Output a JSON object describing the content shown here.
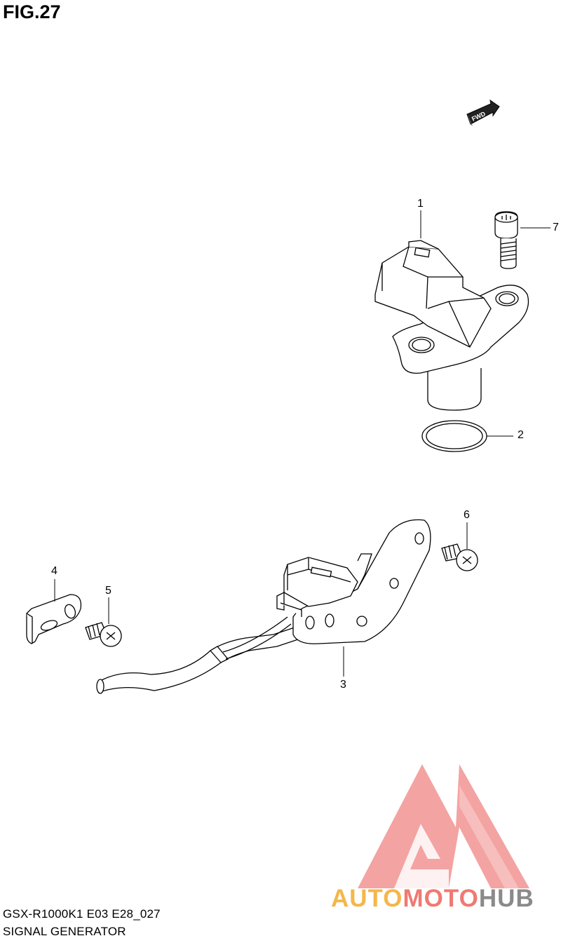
{
  "figure": {
    "title": "FIG.27",
    "fwd_label": "FWD"
  },
  "callouts": {
    "p1": "1",
    "p2": "2",
    "p3": "3",
    "p4": "4",
    "p5": "5",
    "p6": "6",
    "p7": "7"
  },
  "footer": {
    "model_code": "GSX-R1000K1 E03 E28_027",
    "assembly_name": "SIGNAL GENERATOR"
  },
  "watermark": {
    "part1": "AUTO",
    "part2": "MOTO",
    "part3": "HUB",
    "colors": {
      "auto": "#f5b64a",
      "moto": "#ef7a73",
      "hub": "#8a8a8a",
      "logo": "#f29a98"
    }
  }
}
